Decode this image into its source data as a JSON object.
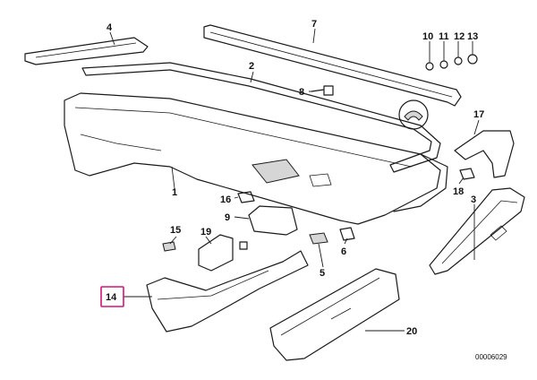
{
  "labels": {
    "p1": "1",
    "p2": "2",
    "p3": "3",
    "p4": "4",
    "p5": "5",
    "p6": "6",
    "p7": "7",
    "p8": "8",
    "p9": "9",
    "p10": "10",
    "p11": "11",
    "p12": "12",
    "p13": "13",
    "p14": "14",
    "p15": "15",
    "p16": "16",
    "p17": "17",
    "p18": "18",
    "p19": "19",
    "p20": "20"
  },
  "highlighted_part": "14",
  "highlight_color": "#d4147a",
  "reference_code": "00006029"
}
